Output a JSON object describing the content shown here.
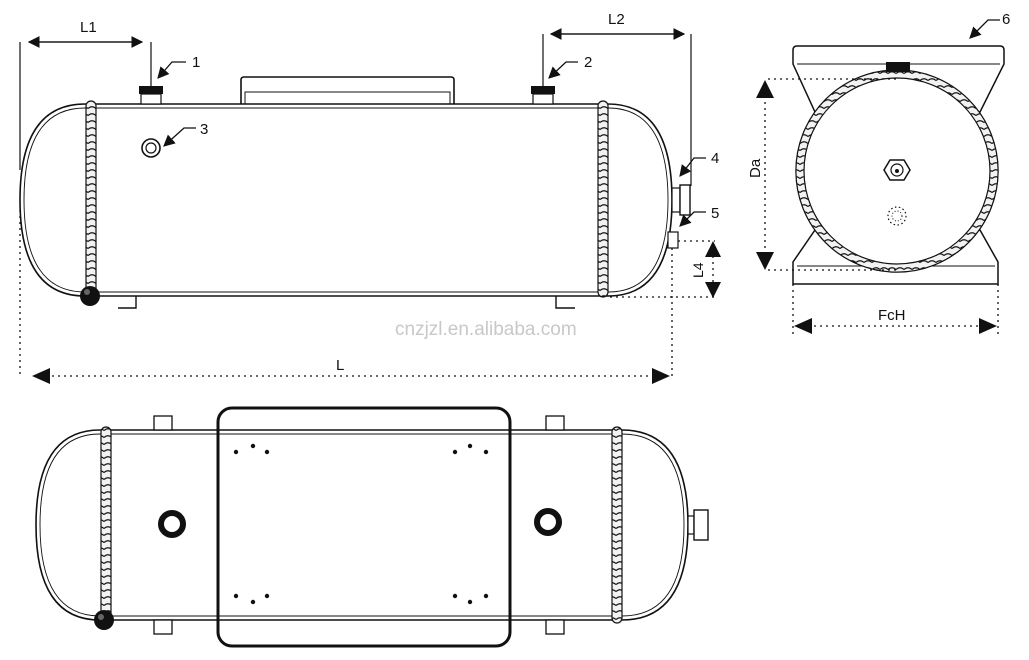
{
  "callouts": [
    "1",
    "2",
    "3",
    "4",
    "5",
    "6"
  ],
  "dimensions": {
    "l1": "L1",
    "l2": "L2",
    "l": "L",
    "l4": "L4",
    "da": "Da",
    "fch": "FcH"
  },
  "watermark": "cnzjzl.en.alibaba.com"
}
